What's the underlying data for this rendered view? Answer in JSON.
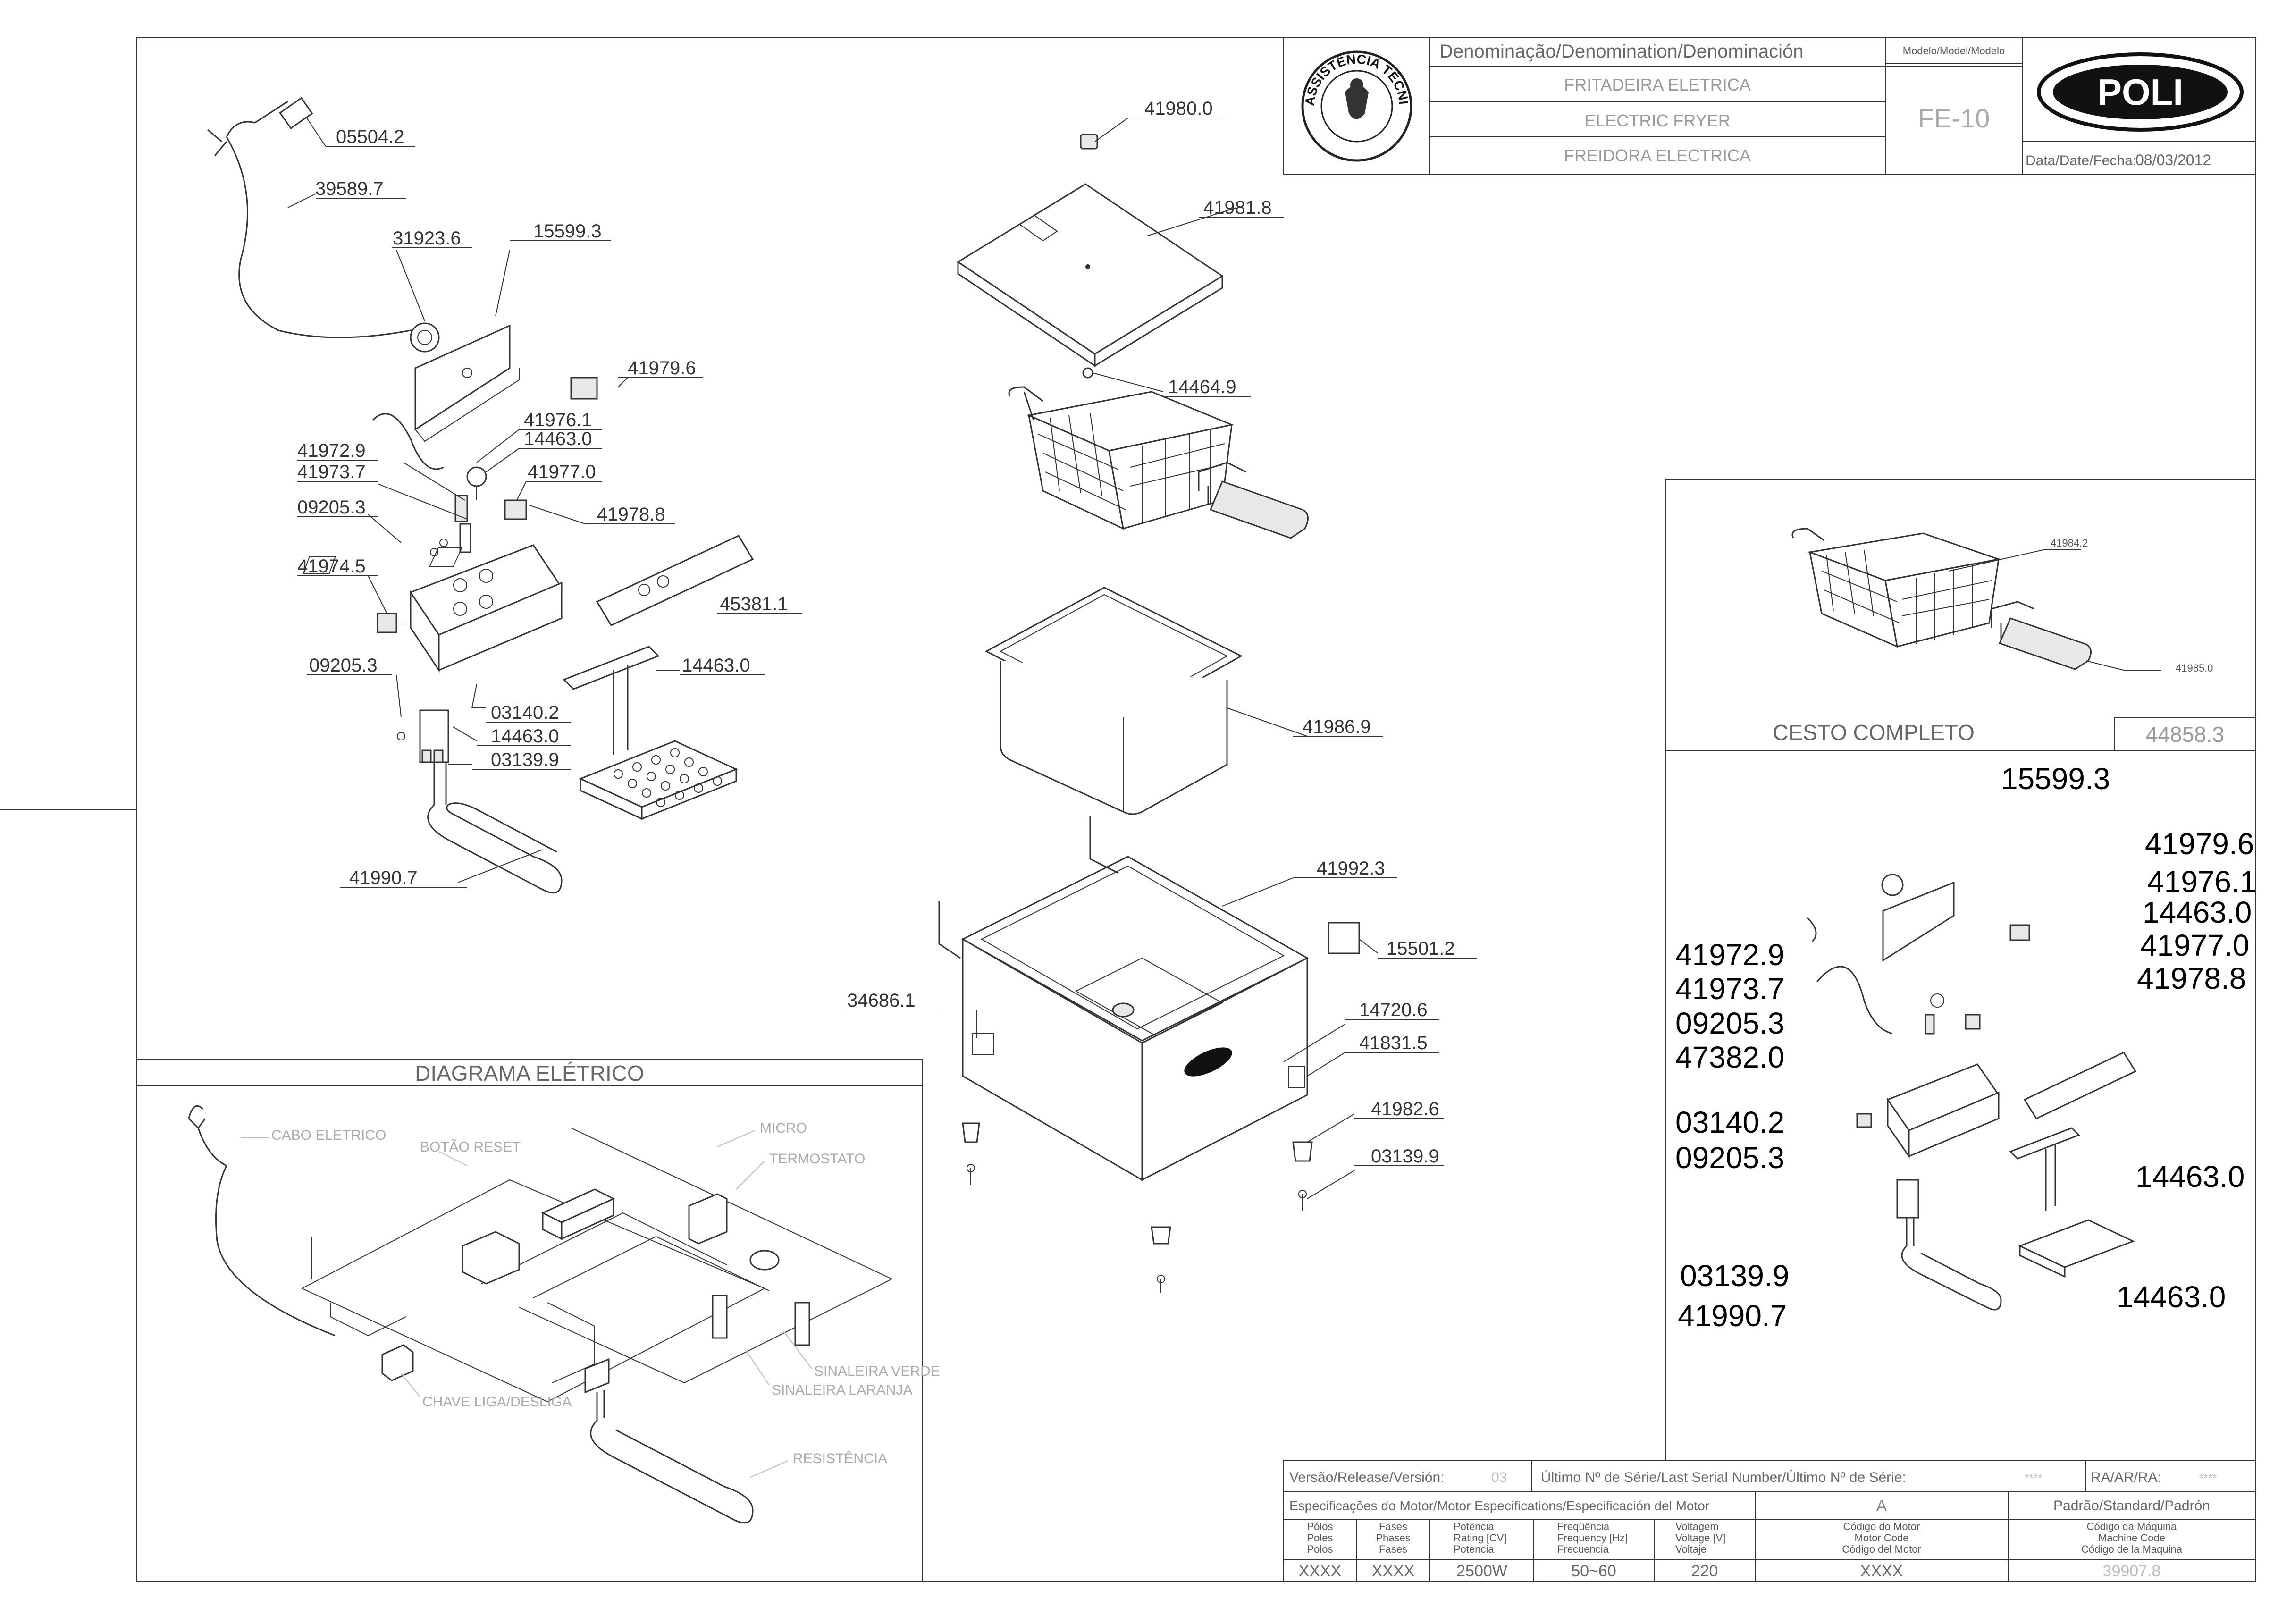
{
  "title_block": {
    "denomination_header": "Denominação/Denomination/Denominación",
    "name_pt": "FRITADEIRA ELETRICA",
    "name_en": "ELECTRIC FRYER",
    "name_es": "FREIDORA ELECTRICA",
    "model_header": "Modelo/Model/Modelo",
    "model": "FE-10",
    "brand": "POLI",
    "date_label": "Data/Date/Fecha:",
    "date": "08/03/2012",
    "seal_text": "ASSISTÊNCIA TÉCNICA AUTORIZADA"
  },
  "main_parts": [
    {
      "code": "05504.2"
    },
    {
      "code": "39589.7"
    },
    {
      "code": "31923.6"
    },
    {
      "code": "15599.3"
    },
    {
      "code": "41979.6"
    },
    {
      "code": "41976.1"
    },
    {
      "code": "14463.0"
    },
    {
      "code": "41972.9"
    },
    {
      "code": "41973.7"
    },
    {
      "code": "41977.0"
    },
    {
      "code": "09205.3"
    },
    {
      "code": "41978.8"
    },
    {
      "code": "41974.5"
    },
    {
      "code": "45381.1"
    },
    {
      "code": "09205.3"
    },
    {
      "code": "14463.0"
    },
    {
      "code": "03140.2"
    },
    {
      "code": "14463.0"
    },
    {
      "code": "03139.9"
    },
    {
      "code": "41990.7"
    },
    {
      "code": "41980.0"
    },
    {
      "code": "41981.8"
    },
    {
      "code": "14464.9"
    },
    {
      "code": "41986.9"
    },
    {
      "code": "41992.3"
    },
    {
      "code": "15501.2"
    },
    {
      "code": "34686.1"
    },
    {
      "code": "14720.6"
    },
    {
      "code": "41831.5"
    },
    {
      "code": "41982.6"
    },
    {
      "code": "03139.9"
    }
  ],
  "basket_panel": {
    "parts": [
      "41984.2",
      "41985.0"
    ],
    "title": "CESTO COMPLETO",
    "code": "44858.3"
  },
  "detail_panel": {
    "codes": [
      "15599.3",
      "41979.6",
      "41976.1",
      "14463.0",
      "41977.0",
      "41978.8",
      "41972.9",
      "41973.7",
      "09205.3",
      "47382.0",
      "03140.2",
      "09205.3",
      "14463.0",
      "03139.9",
      "41990.7",
      "14463.0"
    ]
  },
  "electrical": {
    "title": "DIAGRAMA ELÉTRICO",
    "labels": [
      "CABO ELETRICO",
      "BOTÃO RESET",
      "MICRO",
      "TERMOSTATO",
      "CHAVE LIGA/DESLIGA",
      "SINALEIRA LARANJA",
      "SINALEIRA VERDE",
      "RESISTÊNCIA"
    ]
  },
  "spec_table": {
    "version_label": "Versão/Release/Versión:",
    "version": "03",
    "serial_label": "Último Nº de Série/Last Serial Number/Último Nº de Série:",
    "serial": "****",
    "ra_label": "RA/AR/RA:",
    "ra": "****",
    "motor_spec_label": "Especificações do Motor/Motor Especifications/Especificación del Motor",
    "motor_letter": "A",
    "standard_label": "Padrão/Standard/Padrón",
    "col_poles": [
      "Pólos",
      "Poles",
      "Polos"
    ],
    "col_phases": [
      "Fases",
      "Phases",
      "Fases"
    ],
    "col_power": [
      "Potência",
      "Rating [CV]",
      "Potencia"
    ],
    "col_freq": [
      "Freqüência",
      "Frequency [Hz]",
      "Frecuencia"
    ],
    "col_voltage": [
      "Voltagem",
      "Voltage [V]",
      "Voltaje"
    ],
    "col_motor_code": [
      "Código do Motor",
      "Motor Code",
      "Código del Motor"
    ],
    "col_machine_code": [
      "Código da Máquina",
      "Machine Code",
      "Código de la Maquina"
    ],
    "poles": "XXXX",
    "phases": "XXXX",
    "power": "2500W",
    "frequency": "50~60",
    "voltage": "220",
    "motor_code": "XXXX",
    "machine_code": "39907.8"
  }
}
